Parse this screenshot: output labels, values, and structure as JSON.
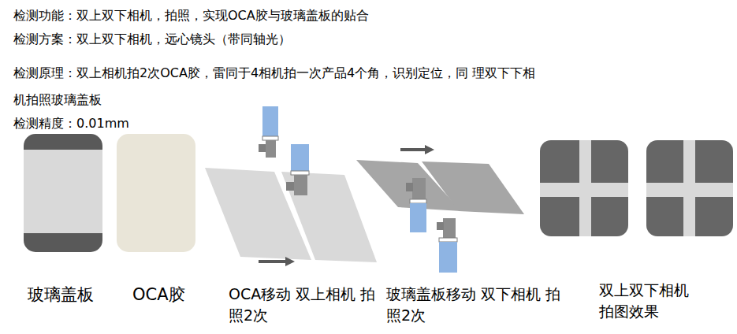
{
  "diagram": {
    "labels": [
      "检测功能：双上双下相机，拍照，实现OCA胶与玻璃盖板的贴合",
      "检测方案：双上双下相机，远心镜头（带同轴光）",
      "检测原理：双上相机拍2次OCA胶，雷同于4相机拍一次产品4个角，识别定位，同 理双下下相机拍照玻璃盖板",
      "检测精度：0.01mm",
      "玻璃盖板",
      "OCA胶",
      "OCA移动 双上相机 拍照2次",
      "玻璃盖板移动 双下相机 拍照2次",
      "双上双下相机 拍图效果"
    ]
  }
}
